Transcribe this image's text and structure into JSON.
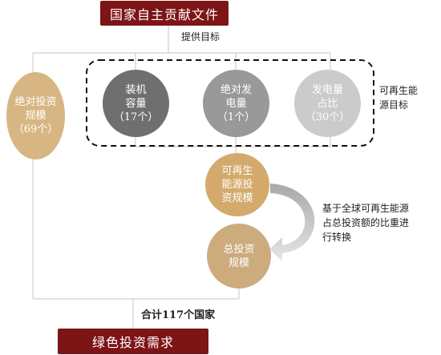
{
  "top_box": {
    "label": "国家自主贡献文件"
  },
  "provide_target_label": "提供目标",
  "circles": {
    "total_investment": {
      "line1": "绝对投资",
      "line2": "规模",
      "line3": "（69个）"
    },
    "installed_capacity": {
      "line1": "装机",
      "line2": "容量",
      "line3": "（17个）"
    },
    "absolute_growth": {
      "line1": "绝对发",
      "line2": "电量",
      "line3": "（1个）"
    },
    "generation_share": {
      "line1": "发电量",
      "line2": "占比",
      "line3": "（30个）"
    },
    "renewable_investment": {
      "line1": "可再生",
      "line2": "能源投",
      "line3": "资规模"
    },
    "total_investment_scale": {
      "line1": "总投资",
      "line2": "规模"
    }
  },
  "renewable_target_label": {
    "line1": "可再生能",
    "line2": "源目标"
  },
  "conversion_note": {
    "line1": "基于全球可再生能源",
    "line2": "占总投资额的比重进",
    "line3": "行转换"
  },
  "total_count_label": "合计117个国家",
  "bottom_box": {
    "label": "绿色投资需求"
  },
  "colors": {
    "dark_red": "#7d1416",
    "gold": "#d4aa6c",
    "gray_dark": "#6f6f6f",
    "gray_mid": "#999999",
    "gray_light": "#cbcbcb"
  }
}
